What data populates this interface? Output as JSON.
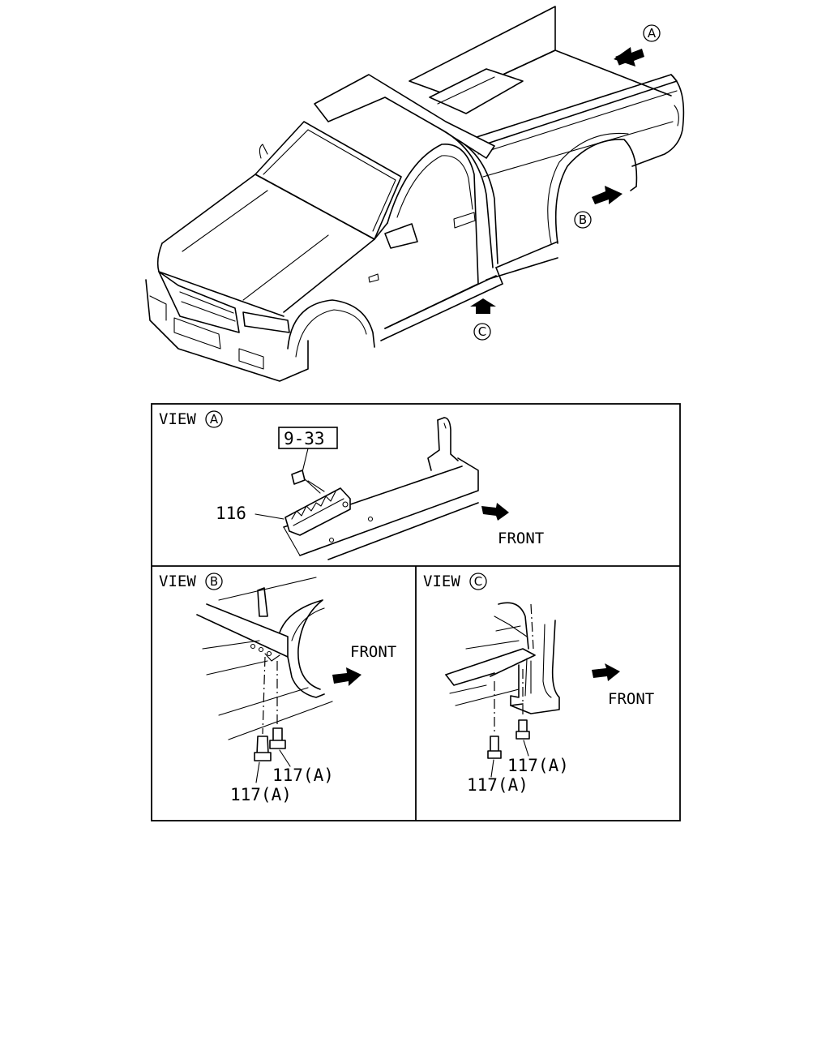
{
  "callouts": {
    "a": "A",
    "b": "B",
    "c": "C"
  },
  "view_label": "VIEW",
  "front_label": "FRONT",
  "part_refs": {
    "ref_9_33": "9-33",
    "part_116": "116",
    "part_117a": "117(A)"
  }
}
